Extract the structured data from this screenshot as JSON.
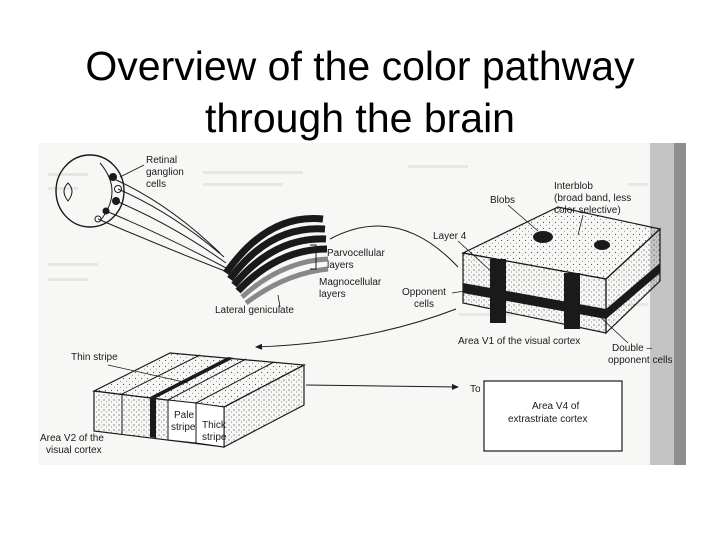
{
  "title_line1": "Overview of the color pathway",
  "title_line2": "through the brain",
  "labels": {
    "retinal_1": "Retinal",
    "retinal_2": "ganglion",
    "retinal_3": "cells",
    "parvo_1": "Parvocellular",
    "parvo_2": "layers",
    "magno_1": "Magnocellular",
    "magno_2": "layers",
    "lateral_geniculate": "Lateral geniculate",
    "blobs": "Blobs",
    "interblob_1": "Interblob",
    "interblob_2": "(broad band, less",
    "interblob_3": "color selective)",
    "layer4": "Layer 4",
    "opponent_1": "Opponent",
    "opponent_2": "cells",
    "area_v1": "Area V1 of the visual cortex",
    "double_1": "Double –",
    "double_2": "opponent cells",
    "thin_stripe": "Thin stripe",
    "pale_1": "Pale",
    "pale_2": "stripe",
    "thick_1": "Thick",
    "thick_2": "stripe",
    "area_v2_1": "Area V2 of the",
    "area_v2_2": "visual cortex",
    "to": "To",
    "area_v4_1": "Area V4 of",
    "area_v4_2": "extrastriate cortex"
  },
  "colors": {
    "ink": "#1a1a1a",
    "paper": "#f7f7f5",
    "edge_shadow": "#9a9a9a"
  }
}
